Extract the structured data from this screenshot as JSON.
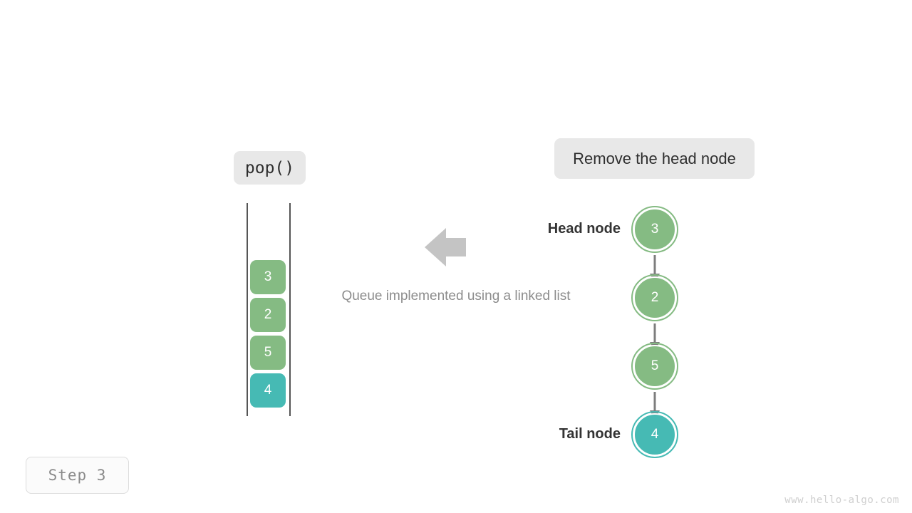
{
  "operation": {
    "code_label": "pop()",
    "description": "Remove the head node"
  },
  "caption": "Queue implemented using a linked list",
  "queue": {
    "tiles": [
      {
        "value": "3",
        "color": "#85bb83"
      },
      {
        "value": "2",
        "color": "#85bb83"
      },
      {
        "value": "5",
        "color": "#85bb83"
      },
      {
        "value": "4",
        "color": "#46bab4"
      }
    ]
  },
  "linked_list": {
    "head_label": "Head node",
    "tail_label": "Tail node",
    "nodes": [
      {
        "value": "3",
        "color": "#85bb83"
      },
      {
        "value": "2",
        "color": "#85bb83"
      },
      {
        "value": "5",
        "color": "#85bb83"
      },
      {
        "value": "4",
        "color": "#46bab4"
      }
    ]
  },
  "step_badge": "Step 3",
  "watermark": "www.hello-algo.com",
  "colors": {
    "green": "#85bb83",
    "teal": "#46bab4",
    "arrow_gray": "#c4c4c4",
    "connector_gray": "#7d7d7d",
    "pill_bg": "#e8e8e8"
  }
}
